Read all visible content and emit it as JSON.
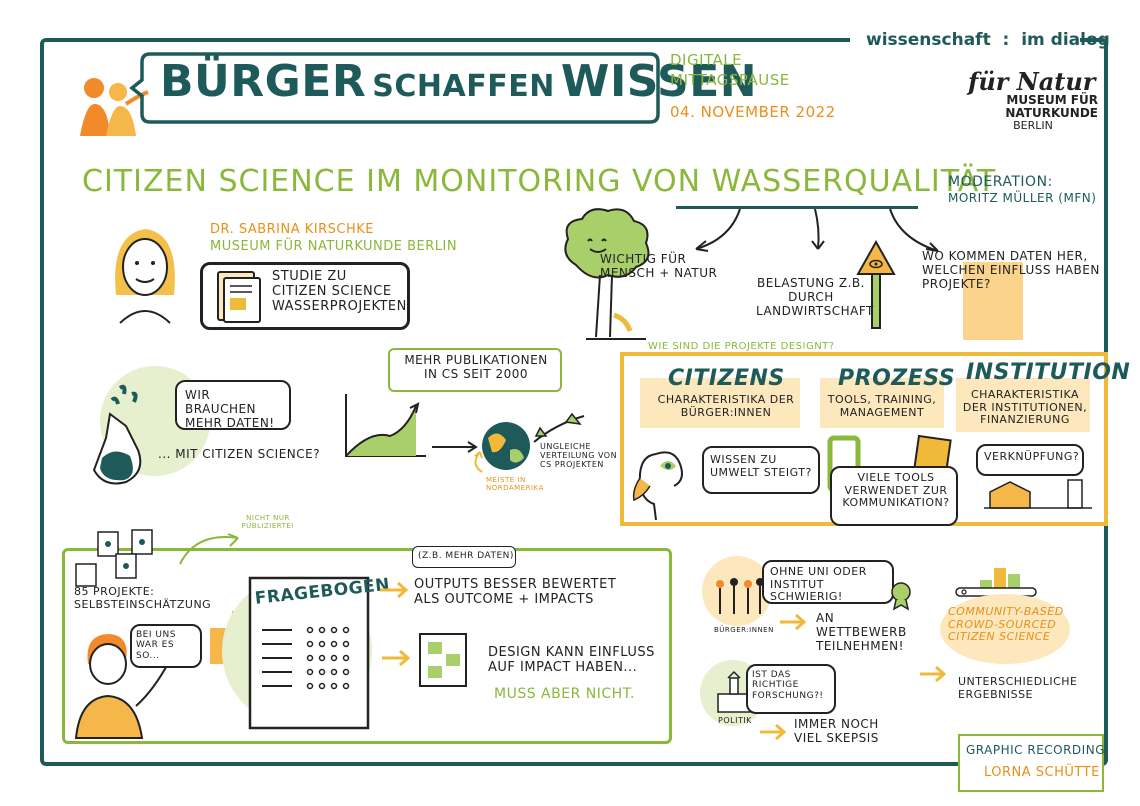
{
  "header": {
    "logo_wid_left": "wissenschaft",
    "logo_wid_right": "im dialog",
    "title_part1": "Bürger",
    "title_part2": "schaffen",
    "title_part3": "Wissen",
    "event_line1": "Digitale",
    "event_line2": "Mittagspause",
    "event_date": "04. November 2022",
    "museum_script": "für Natur",
    "museum_line1": "MUSEUM FÜR",
    "museum_line2": "NATURKUNDE",
    "museum_line3": "BERLIN"
  },
  "topic": {
    "title": "Citizen Science im Monitoring von Wasserqualität",
    "moderation_label": "Moderation:",
    "moderation_name": "Moritz Müller (MfN)"
  },
  "speaker": {
    "name": "Dr. Sabrina Kirschke",
    "affiliation": "Museum für Naturkunde Berlin",
    "study_text": "Studie zu Citizen Science Wasserprojekten"
  },
  "branches": {
    "b1": "Wichtig für Mensch + Natur",
    "b2": "Belastung z.B. durch Landwirtschaft",
    "b3": "Wo kommen Daten her, welchen Einfluss haben Projekte?"
  },
  "middle": {
    "bubble_data": "Wir brauchen mehr Daten!",
    "with_cs": "... mit Citizen Science?",
    "publications": "Mehr Publikationen in CS seit 2000",
    "distribution": "Ungleiche Verteilung von CS Projekten",
    "north_america": "Meiste in Nordamerika"
  },
  "design": {
    "question": "Wie sind die Projekte designt?",
    "col1_title": "Citizens",
    "col1_text": "Charakteristika der Bürger:innen",
    "col2_title": "Prozess",
    "col2_text": "Tools, Training, Management",
    "col3_title": "Institution",
    "col3_text": "Charakteristika der Institutionen, Finanzierung",
    "bubble1": "Wissen zu Umwelt steigt?",
    "bubble2": "Viele Tools verwendet zur Kommunikation?",
    "bubble3": "Verknüpfung?"
  },
  "study": {
    "not_only": "Nicht nur Publizierte!",
    "projects": "85 Projekte: Selbsteinschätzung",
    "person_bubble": "Bei uns war es so...",
    "questionnaire": "Fragebogen",
    "eg_more_data": "(z.B. mehr Daten)",
    "outputs": "Outputs besser bewertet als Outcome + Impacts",
    "design_impact": "Design kann Einfluss auf Impact haben...",
    "not_must": "Muss aber nicht."
  },
  "right_bottom": {
    "citizens_label": "Bürger:innen",
    "no_uni_bubble": "Ohne Uni oder Institut schwierig!",
    "competition": "An Wettbewerb teilnehmen!",
    "community": "Community-based crowd-sourced Citizen Science",
    "results": "Unterschiedliche Ergebnisse",
    "politics_label": "Politik",
    "research_bubble": "Ist das richtige Forschung?!",
    "skepticism": "Immer noch viel Skepsis"
  },
  "credits": {
    "label": "Graphic Recording:",
    "name": "Lorna Schütte"
  }
}
